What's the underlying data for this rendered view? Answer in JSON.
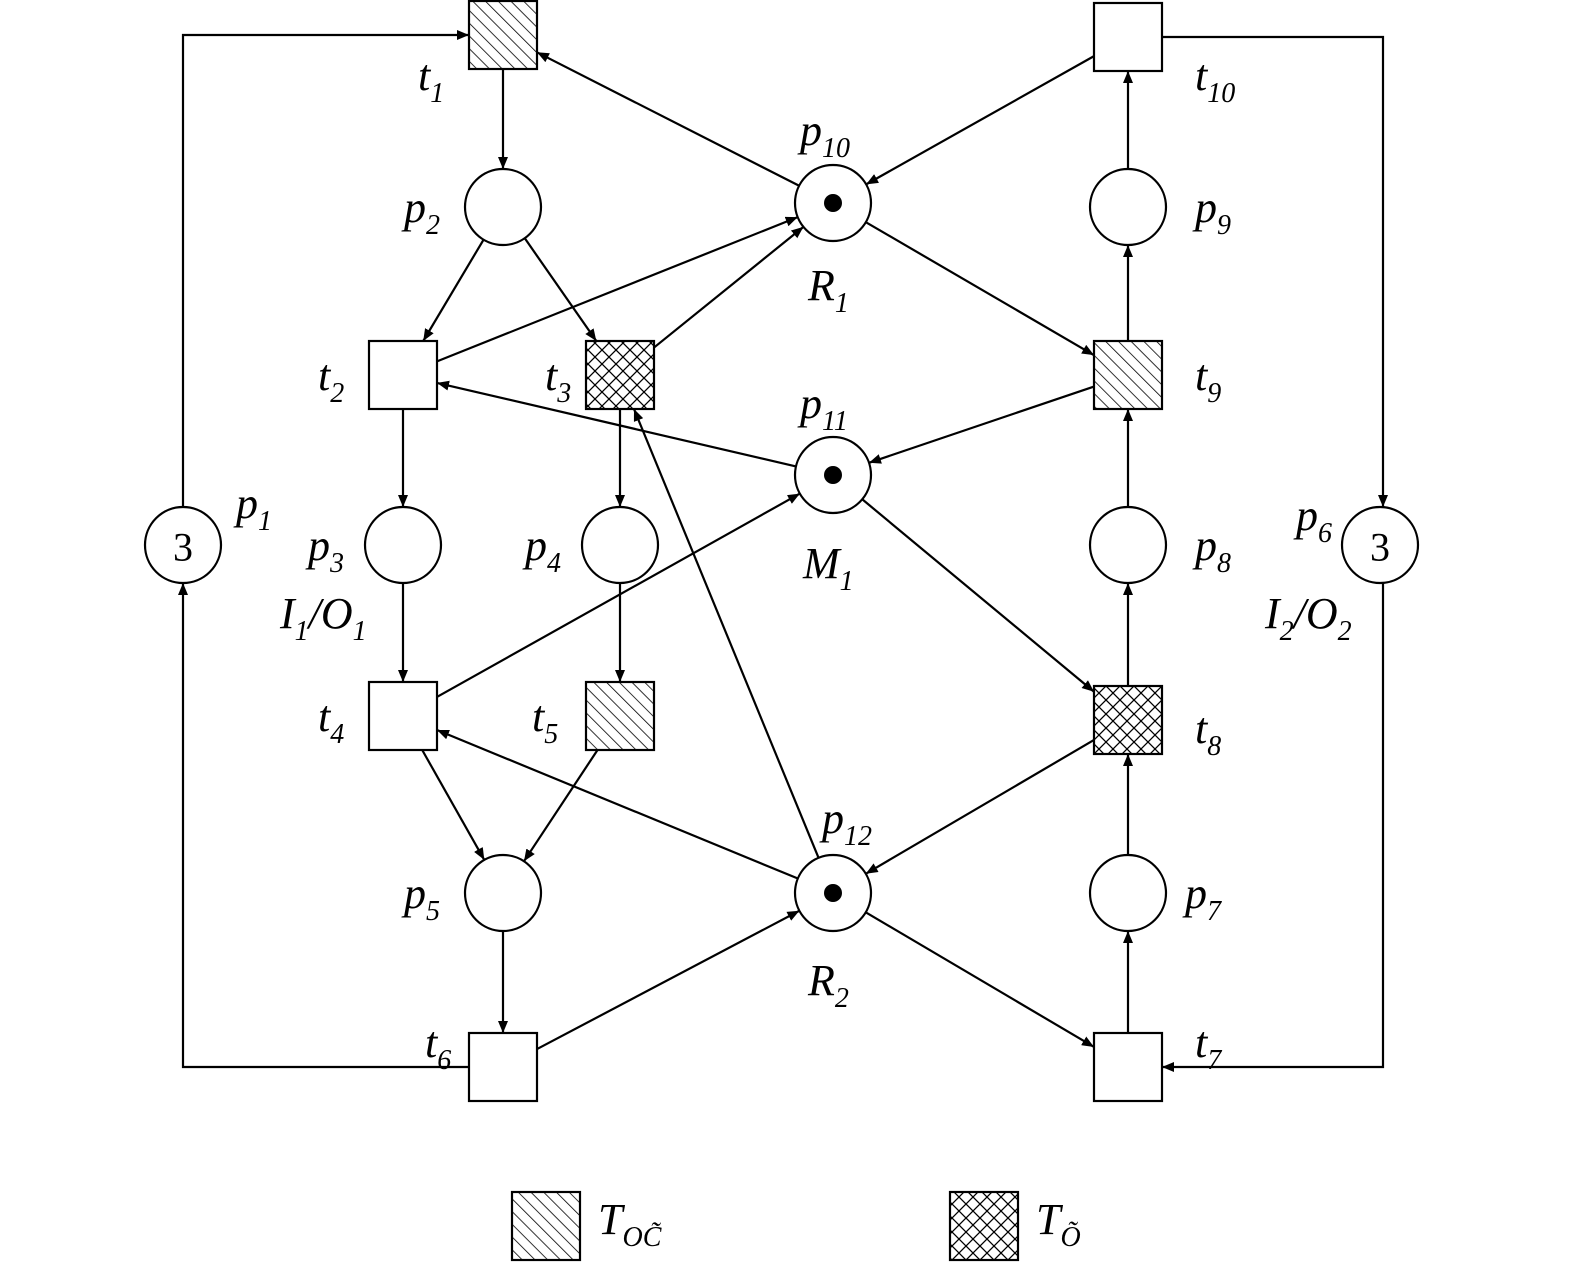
{
  "places": [
    {
      "id": "p1",
      "label": "p",
      "sub": "1",
      "tokens": "3"
    },
    {
      "id": "p2",
      "label": "p",
      "sub": "2"
    },
    {
      "id": "p3",
      "label": "p",
      "sub": "3"
    },
    {
      "id": "p4",
      "label": "p",
      "sub": "4"
    },
    {
      "id": "p5",
      "label": "p",
      "sub": "5"
    },
    {
      "id": "p6",
      "label": "p",
      "sub": "6",
      "tokens": "3"
    },
    {
      "id": "p7",
      "label": "p",
      "sub": "7"
    },
    {
      "id": "p8",
      "label": "p",
      "sub": "8"
    },
    {
      "id": "p9",
      "label": "p",
      "sub": "9"
    },
    {
      "id": "p10",
      "label": "p",
      "sub": "10",
      "dot": true
    },
    {
      "id": "p11",
      "label": "p",
      "sub": "11",
      "dot": true
    },
    {
      "id": "p12",
      "label": "p",
      "sub": "12",
      "dot": true
    }
  ],
  "transitions": [
    {
      "id": "t1",
      "label": "t",
      "sub": "1",
      "fill": "hatch"
    },
    {
      "id": "t2",
      "label": "t",
      "sub": "2",
      "fill": "plain"
    },
    {
      "id": "t3",
      "label": "t",
      "sub": "3",
      "fill": "cross"
    },
    {
      "id": "t4",
      "label": "t",
      "sub": "4",
      "fill": "plain"
    },
    {
      "id": "t5",
      "label": "t",
      "sub": "5",
      "fill": "hatch"
    },
    {
      "id": "t6",
      "label": "t",
      "sub": "6",
      "fill": "plain"
    },
    {
      "id": "t7",
      "label": "t",
      "sub": "7",
      "fill": "plain"
    },
    {
      "id": "t8",
      "label": "t",
      "sub": "8",
      "fill": "cross"
    },
    {
      "id": "t9",
      "label": "t",
      "sub": "9",
      "fill": "hatch"
    },
    {
      "id": "t10",
      "label": "t",
      "sub": "10",
      "fill": "plain"
    }
  ],
  "resource_labels": [
    {
      "id": "R1",
      "label": "R",
      "sub": "1"
    },
    {
      "id": "M1",
      "label": "M",
      "sub": "1"
    },
    {
      "id": "R2",
      "label": "R",
      "sub": "2"
    }
  ],
  "io_labels": [
    {
      "id": "io1",
      "a": "I",
      "a_sub": "1",
      "b": "O",
      "b_sub": "1"
    },
    {
      "id": "io2",
      "a": "I",
      "a_sub": "2",
      "b": "O",
      "b_sub": "2"
    }
  ],
  "arcs": [
    [
      "p1",
      "t1"
    ],
    [
      "t1",
      "p2"
    ],
    [
      "p2",
      "t2"
    ],
    [
      "p2",
      "t3"
    ],
    [
      "t2",
      "p3"
    ],
    [
      "t3",
      "p4"
    ],
    [
      "p3",
      "t4"
    ],
    [
      "p4",
      "t5"
    ],
    [
      "t4",
      "p5"
    ],
    [
      "t5",
      "p5"
    ],
    [
      "p5",
      "t6"
    ],
    [
      "t6",
      "p1"
    ],
    [
      "p6",
      "t7"
    ],
    [
      "t7",
      "p7"
    ],
    [
      "p7",
      "t8"
    ],
    [
      "t8",
      "p8"
    ],
    [
      "p8",
      "t9"
    ],
    [
      "t9",
      "p9"
    ],
    [
      "p9",
      "t10"
    ],
    [
      "t10",
      "p6"
    ],
    [
      "p10",
      "t1"
    ],
    [
      "t2",
      "p10"
    ],
    [
      "t3",
      "p10"
    ],
    [
      "p10",
      "t9"
    ],
    [
      "t10",
      "p10"
    ],
    [
      "p11",
      "t2"
    ],
    [
      "t4",
      "p11"
    ],
    [
      "p11",
      "t8"
    ],
    [
      "t9",
      "p11"
    ],
    [
      "p12",
      "t3"
    ],
    [
      "p12",
      "t4"
    ],
    [
      "t6",
      "p12"
    ],
    [
      "p12",
      "t7"
    ],
    [
      "t8",
      "p12"
    ]
  ],
  "legend": [
    {
      "fill": "hatch",
      "label": "T",
      "sub": "OC̃"
    },
    {
      "fill": "cross",
      "label": "T",
      "sub": "Õ"
    }
  ]
}
